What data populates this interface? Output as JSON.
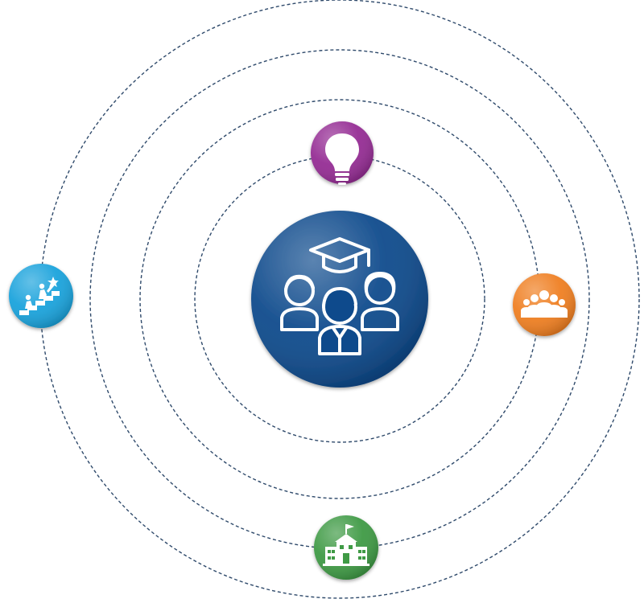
{
  "colors": {
    "orbit_stroke": "#2f4a6b",
    "background": "#ffffff",
    "center": "#0e4a8c",
    "icon_glyph": "#ffffff"
  },
  "center": {
    "icon": "graduates-group-icon",
    "color": "#0e4a8c"
  },
  "orbits": [
    {
      "name": "orbit-1"
    },
    {
      "name": "orbit-2"
    },
    {
      "name": "orbit-3"
    },
    {
      "name": "orbit-4"
    }
  ],
  "nodes": [
    {
      "icon": "lightbulb-icon",
      "color": "#952d94"
    },
    {
      "icon": "team-group-icon",
      "color": "#ef7f22"
    },
    {
      "icon": "school-building-icon",
      "color": "#3f9a45"
    },
    {
      "icon": "growth-stairs-icon",
      "color": "#1ba3dc"
    }
  ]
}
